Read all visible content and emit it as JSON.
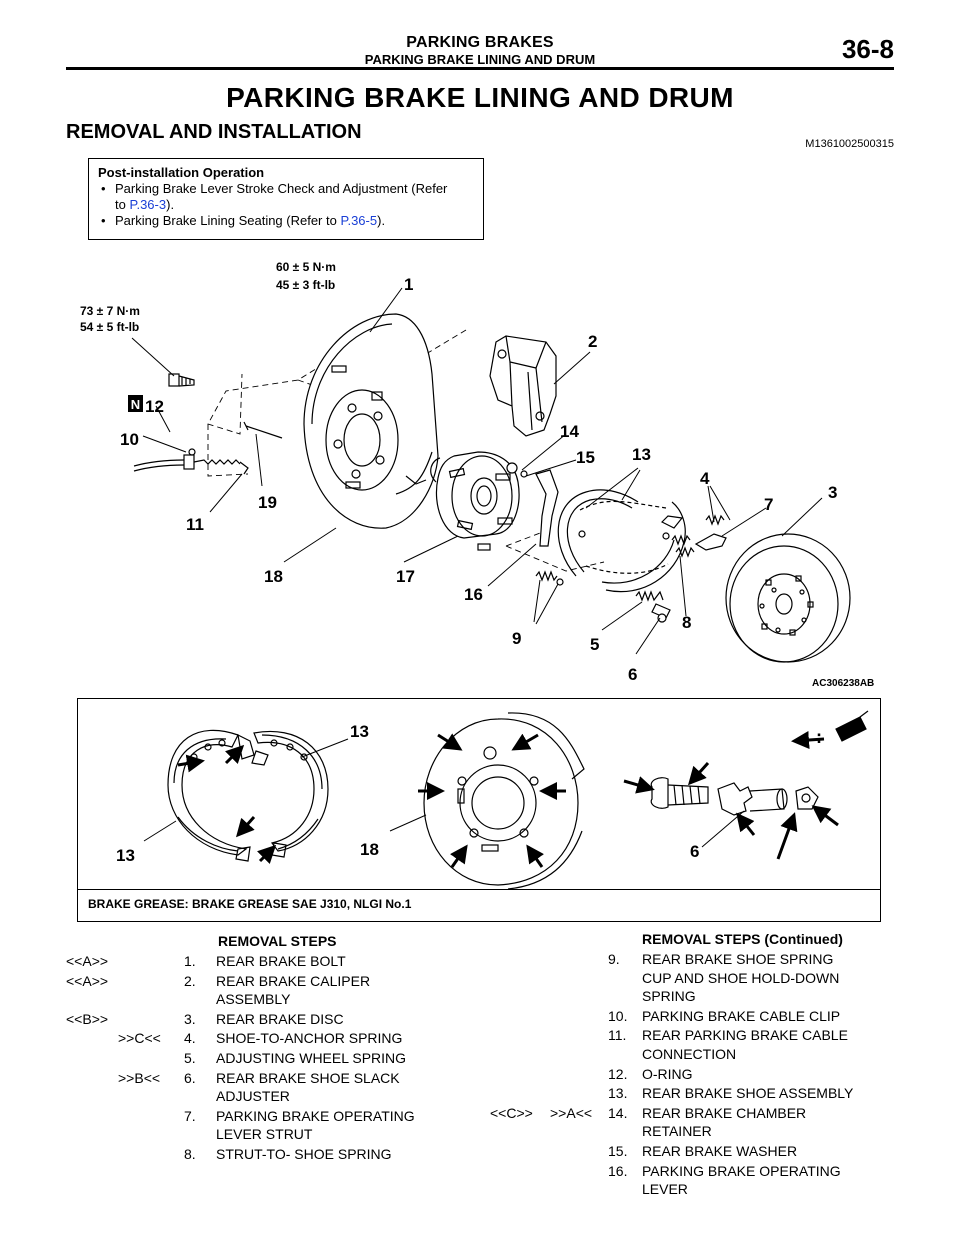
{
  "header": {
    "section": "PARKING BRAKES",
    "subsection": "PARKING BRAKE LINING AND DRUM",
    "page_number": "36-8"
  },
  "title": "PARKING BRAKE LINING AND DRUM",
  "section_title": "REMOVAL AND INSTALLATION",
  "doc_code": "M1361002500315",
  "post_installation": {
    "title": "Post-installation Operation",
    "items": [
      {
        "line1": "Parking Brake Lever Stroke Check and Adjustment (Refer",
        "line2_prefix": "to ",
        "link": "P.36-3",
        "suffix": ")."
      },
      {
        "prefix": "Parking Brake Lining Seating (Refer to ",
        "link": "P.36-5",
        "suffix": ")."
      }
    ]
  },
  "figure1": {
    "torque1_line1": "60 ± 5 N·m",
    "torque1_line2": "45 ± 3 ft-lb",
    "torque2_line1": "73 ± 7 N·m",
    "torque2_line2": "54 ± 5 ft-lb",
    "n_mark": "N",
    "callouts": [
      "1",
      "2",
      "3",
      "4",
      "5",
      "6",
      "7",
      "8",
      "9",
      "10",
      "11",
      "12",
      "13",
      "14",
      "15",
      "16",
      "17",
      "18",
      "19"
    ],
    "code": "AC306238AB"
  },
  "figure2": {
    "callouts": [
      "13",
      "13",
      "18",
      "6"
    ],
    "colon": ":",
    "grease_note": "BRAKE GREASE: BRAKE GREASE SAE J310, NLGI No.1"
  },
  "removal_steps_left": {
    "heading": "REMOVAL STEPS",
    "rows": [
      {
        "m1": "<<A>>",
        "m2": "",
        "num": "1.",
        "lines": [
          "REAR BRAKE BOLT"
        ]
      },
      {
        "m1": "<<A>>",
        "m2": "",
        "num": "2.",
        "lines": [
          "REAR BRAKE CALIPER",
          "ASSEMBLY"
        ]
      },
      {
        "m1": "<<B>>",
        "m2": "",
        "num": "3.",
        "lines": [
          "REAR BRAKE DISC"
        ]
      },
      {
        "m1": "",
        "m2": ">>C<<",
        "num": "4.",
        "lines": [
          "SHOE-TO-ANCHOR SPRING"
        ]
      },
      {
        "m1": "",
        "m2": "",
        "num": "5.",
        "lines": [
          "ADJUSTING WHEEL SPRING"
        ]
      },
      {
        "m1": "",
        "m2": ">>B<<",
        "num": "6.",
        "lines": [
          "REAR BRAKE SHOE SLACK",
          "ADJUSTER"
        ]
      },
      {
        "m1": "",
        "m2": "",
        "num": "7.",
        "lines": [
          "PARKING BRAKE OPERATING",
          "LEVER STRUT"
        ]
      },
      {
        "m1": "",
        "m2": "",
        "num": "8.",
        "lines": [
          "STRUT-TO- SHOE SPRING"
        ]
      }
    ]
  },
  "removal_steps_right": {
    "heading": "REMOVAL STEPS (Continued)",
    "rows": [
      {
        "m1": "",
        "m2": "",
        "num": "9.",
        "lines": [
          "REAR BRAKE SHOE SPRING",
          "CUP AND SHOE HOLD-DOWN",
          "SPRING"
        ]
      },
      {
        "m1": "",
        "m2": "",
        "num": "10.",
        "lines": [
          "PARKING BRAKE CABLE CLIP"
        ]
      },
      {
        "m1": "",
        "m2": "",
        "num": "11.",
        "lines": [
          "REAR PARKING BRAKE CABLE",
          "CONNECTION"
        ]
      },
      {
        "m1": "",
        "m2": "",
        "num": "12.",
        "lines": [
          "O-RING"
        ]
      },
      {
        "m1": "",
        "m2": "",
        "num": "13.",
        "lines": [
          "REAR BRAKE SHOE ASSEMBLY"
        ]
      },
      {
        "m1": "<<C>>",
        "m2": ">>A<<",
        "num": "14.",
        "lines": [
          "REAR BRAKE CHAMBER",
          "RETAINER"
        ]
      },
      {
        "m1": "",
        "m2": "",
        "num": "15.",
        "lines": [
          "REAR BRAKE WASHER"
        ]
      },
      {
        "m1": "",
        "m2": "",
        "num": "16.",
        "lines": [
          "PARKING BRAKE OPERATING",
          "LEVER"
        ]
      }
    ]
  }
}
